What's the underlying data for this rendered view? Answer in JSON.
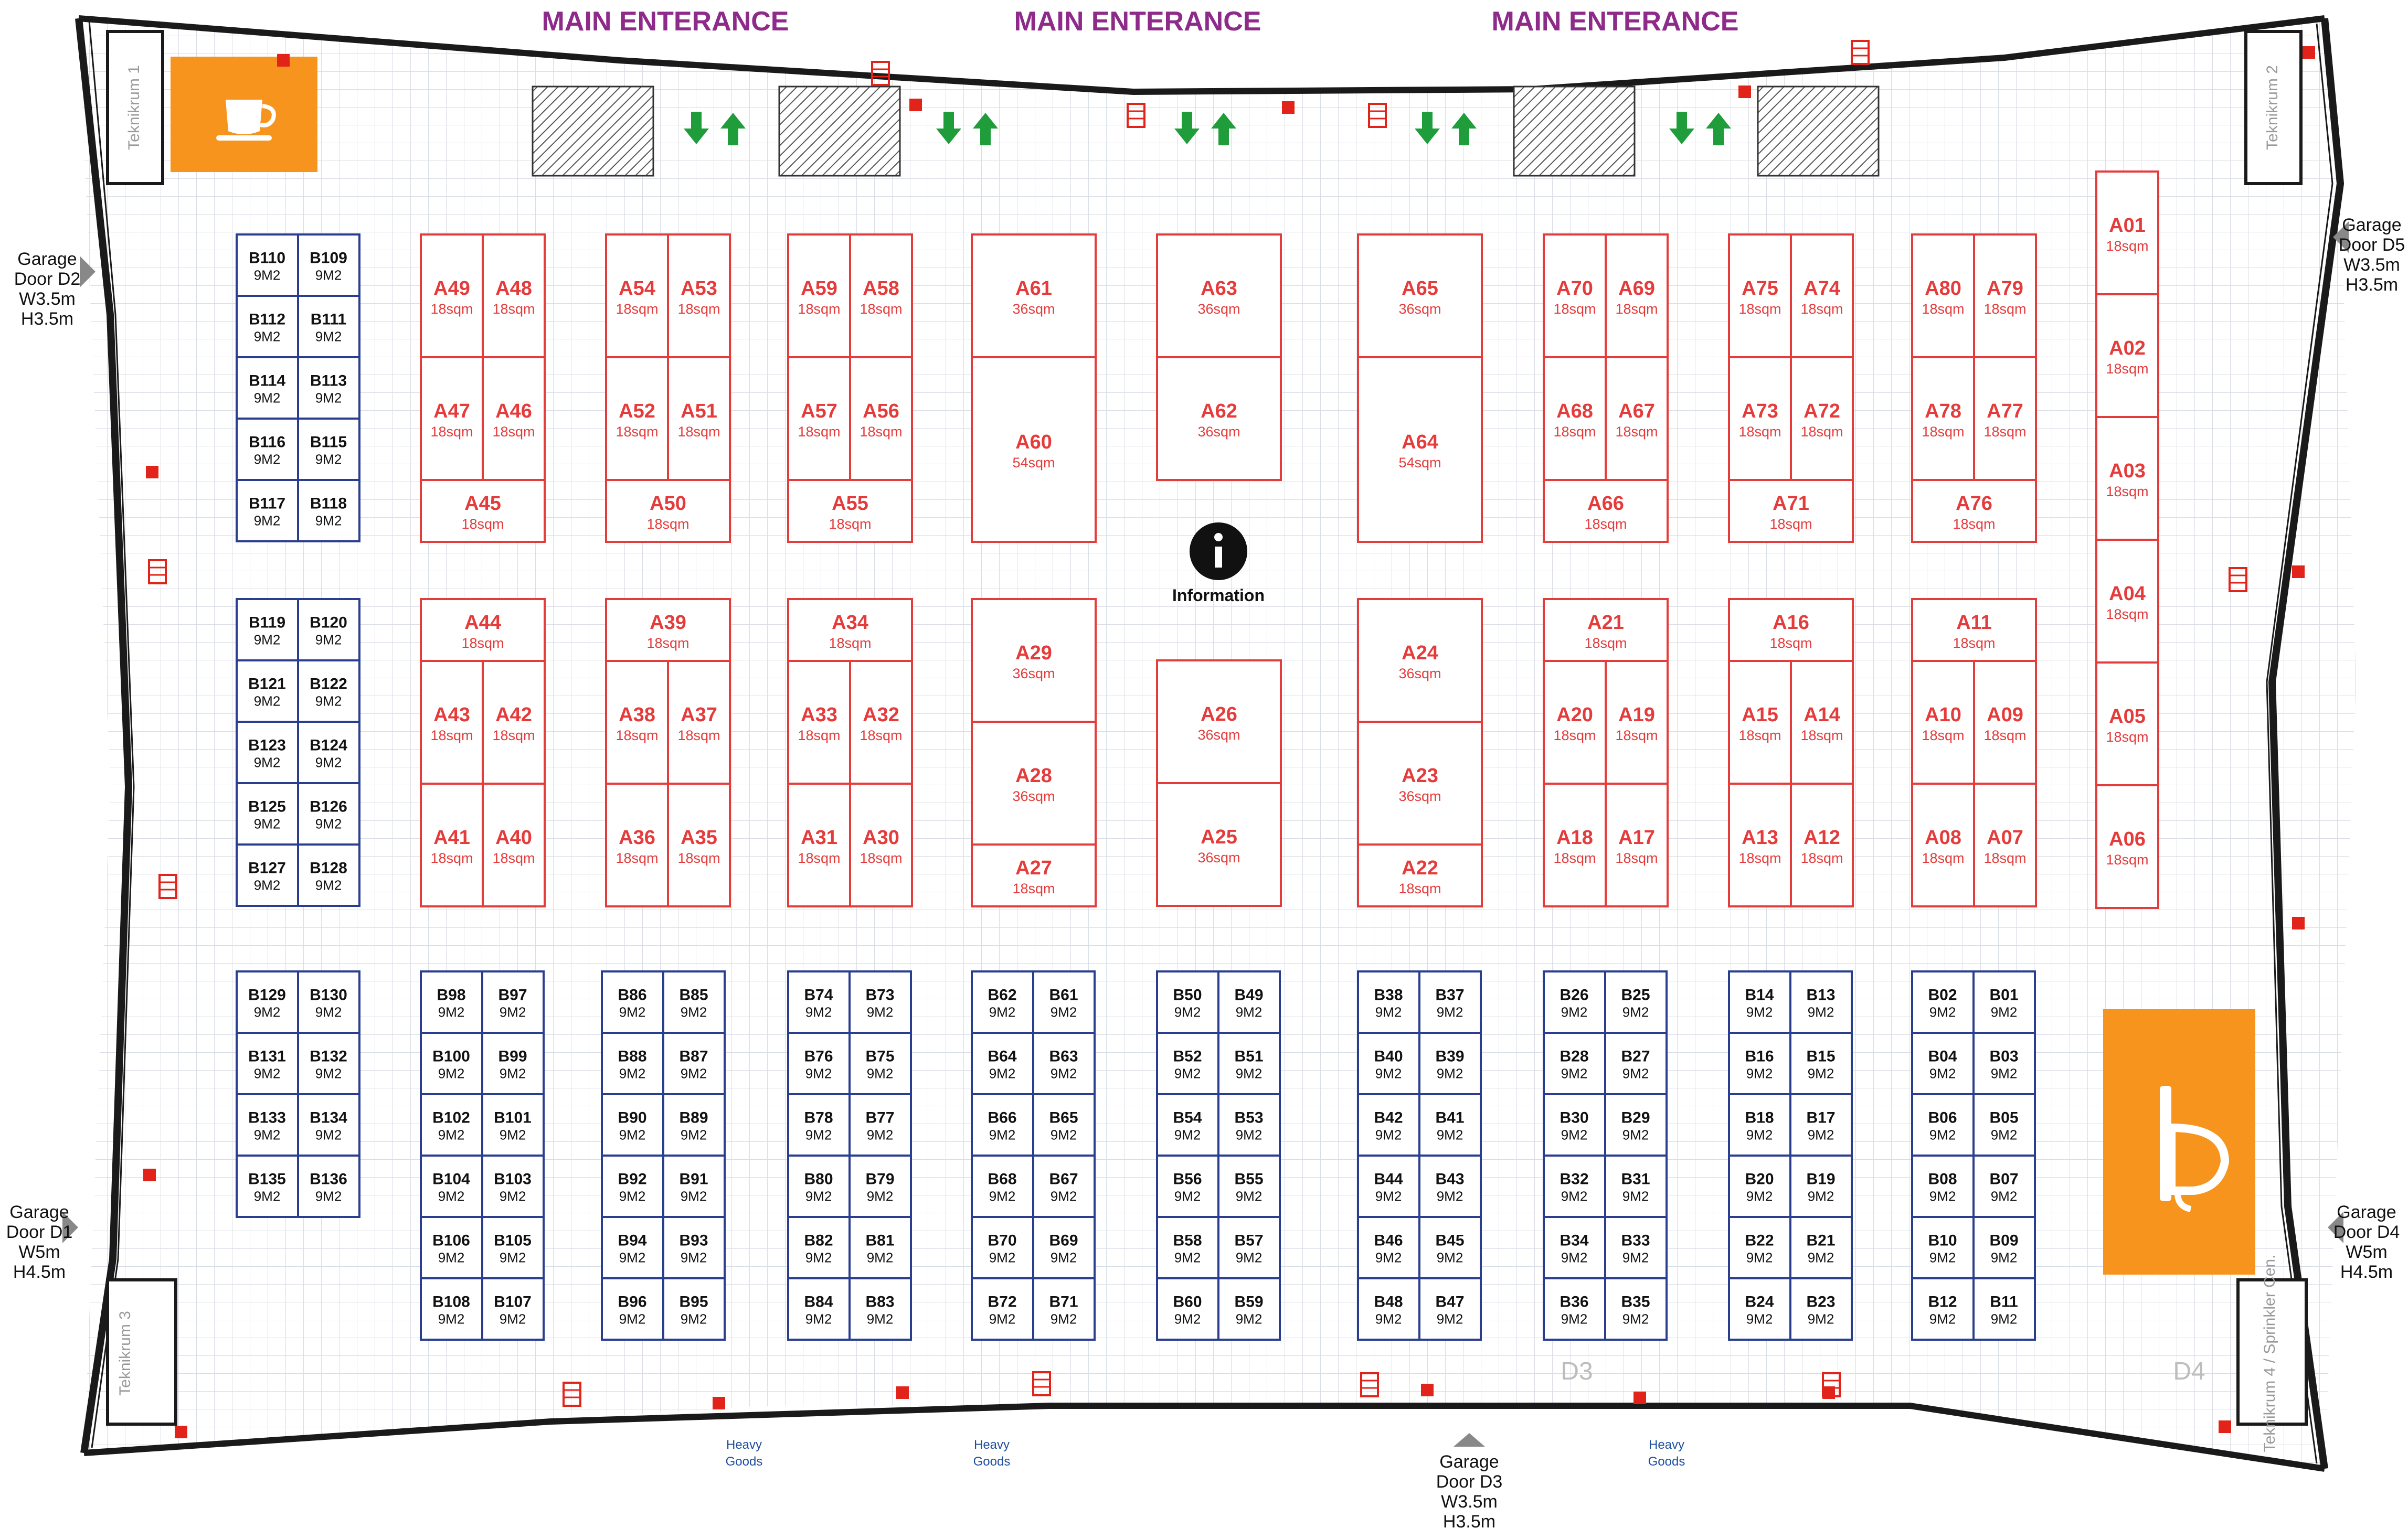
{
  "map": {
    "entrance_label": "MAIN ENTERANCE",
    "info_label": "Information",
    "heavy_goods": [
      "Heavy",
      "Goods"
    ],
    "dock_labels": [
      "D3",
      "D4"
    ],
    "rooms": [
      "Teknikrum 1",
      "Teknikrum 2",
      "Teknikrum 3",
      "Teknikrum 4 / Sprinkler Cen."
    ],
    "garage_doors": [
      {
        "id": "D2",
        "lines": [
          "Garage",
          "Door D2",
          "W3.5m",
          "H3.5m"
        ]
      },
      {
        "id": "D1",
        "lines": [
          "Garage",
          "Door D1",
          "W5m",
          "H4.5m"
        ]
      },
      {
        "id": "D5",
        "lines": [
          "Garage",
          "Door D5",
          "W3.5m",
          "H3.5m"
        ]
      },
      {
        "id": "D4",
        "lines": [
          "Garage",
          "Door D4",
          "W5m",
          "H4.5m"
        ]
      },
      {
        "id": "D3",
        "lines": [
          "Garage",
          "Door D3",
          "W3.5m",
          "H3.5m"
        ]
      }
    ],
    "colors": {
      "booth_a": "#e53b3b",
      "booth_b": "#2a3e8f",
      "amenity": "#f7941d",
      "arrow": "#1f9d3a",
      "entrance": "#8e2a8a",
      "grid": "#d9dde6",
      "wall": "#1a1a1a",
      "marker": "#e2231a"
    },
    "icons": [
      "cafe-icon",
      "restroom-icon",
      "info-icon",
      "arrow-down-icon",
      "arrow-up-icon",
      "garage-door-icon",
      "fire-hose-icon",
      "fire-extinguisher-icon"
    ],
    "a_unit": "18sqm",
    "b_unit": "9M2",
    "a_booths": [
      [
        "A49",
        "18sqm"
      ],
      [
        "A48",
        "18sqm"
      ],
      [
        "A47",
        "18sqm"
      ],
      [
        "A46",
        "18sqm"
      ],
      [
        "A45",
        "18sqm"
      ],
      [
        "A54",
        "18sqm"
      ],
      [
        "A53",
        "18sqm"
      ],
      [
        "A52",
        "18sqm"
      ],
      [
        "A51",
        "18sqm"
      ],
      [
        "A50",
        "18sqm"
      ],
      [
        "A59",
        "18sqm"
      ],
      [
        "A58",
        "18sqm"
      ],
      [
        "A57",
        "18sqm"
      ],
      [
        "A56",
        "18sqm"
      ],
      [
        "A55",
        "18sqm"
      ],
      [
        "A61",
        "36sqm"
      ],
      [
        "A60",
        "54sqm"
      ],
      [
        "A63",
        "36sqm"
      ],
      [
        "A62",
        "36sqm"
      ],
      [
        "A65",
        "36sqm"
      ],
      [
        "A64",
        "54sqm"
      ],
      [
        "A70",
        "18sqm"
      ],
      [
        "A69",
        "18sqm"
      ],
      [
        "A68",
        "18sqm"
      ],
      [
        "A67",
        "18sqm"
      ],
      [
        "A66",
        "18sqm"
      ],
      [
        "A75",
        "18sqm"
      ],
      [
        "A74",
        "18sqm"
      ],
      [
        "A73",
        "18sqm"
      ],
      [
        "A72",
        "18sqm"
      ],
      [
        "A71",
        "18sqm"
      ],
      [
        "A80",
        "18sqm"
      ],
      [
        "A79",
        "18sqm"
      ],
      [
        "A78",
        "18sqm"
      ],
      [
        "A77",
        "18sqm"
      ],
      [
        "A76",
        "18sqm"
      ],
      [
        "A01",
        "18sqm"
      ],
      [
        "A02",
        "18sqm"
      ],
      [
        "A03",
        "18sqm"
      ],
      [
        "A04",
        "18sqm"
      ],
      [
        "A05",
        "18sqm"
      ],
      [
        "A06",
        "18sqm"
      ],
      [
        "A44",
        "18sqm"
      ],
      [
        "A43",
        "18sqm"
      ],
      [
        "A42",
        "18sqm"
      ],
      [
        "A41",
        "18sqm"
      ],
      [
        "A40",
        "18sqm"
      ],
      [
        "A39",
        "18sqm"
      ],
      [
        "A38",
        "18sqm"
      ],
      [
        "A37",
        "18sqm"
      ],
      [
        "A36",
        "18sqm"
      ],
      [
        "A35",
        "18sqm"
      ],
      [
        "A34",
        "18sqm"
      ],
      [
        "A33",
        "18sqm"
      ],
      [
        "A32",
        "18sqm"
      ],
      [
        "A31",
        "18sqm"
      ],
      [
        "A30",
        "18sqm"
      ],
      [
        "A29",
        "36sqm"
      ],
      [
        "A28",
        "36sqm"
      ],
      [
        "A27",
        "18sqm"
      ],
      [
        "A26",
        "36sqm"
      ],
      [
        "A25",
        "36sqm"
      ],
      [
        "A24",
        "36sqm"
      ],
      [
        "A23",
        "36sqm"
      ],
      [
        "A22",
        "18sqm"
      ],
      [
        "A21",
        "18sqm"
      ],
      [
        "A20",
        "18sqm"
      ],
      [
        "A19",
        "18sqm"
      ],
      [
        "A18",
        "18sqm"
      ],
      [
        "A17",
        "18sqm"
      ],
      [
        "A16",
        "18sqm"
      ],
      [
        "A15",
        "18sqm"
      ],
      [
        "A14",
        "18sqm"
      ],
      [
        "A13",
        "18sqm"
      ],
      [
        "A12",
        "18sqm"
      ],
      [
        "A11",
        "18sqm"
      ],
      [
        "A10",
        "18sqm"
      ],
      [
        "A09",
        "18sqm"
      ],
      [
        "A08",
        "18sqm"
      ],
      [
        "A07",
        "18sqm"
      ]
    ],
    "b_booths": [
      "B110",
      "B109",
      "B112",
      "B111",
      "B114",
      "B113",
      "B116",
      "B115",
      "B117",
      "B118",
      "B119",
      "B120",
      "B121",
      "B122",
      "B123",
      "B124",
      "B125",
      "B126",
      "B127",
      "B128",
      "B129",
      "B130",
      "B131",
      "B132",
      "B133",
      "B134",
      "B135",
      "B136",
      "B98",
      "B97",
      "B100",
      "B99",
      "B102",
      "B101",
      "B104",
      "B103",
      "B106",
      "B105",
      "B108",
      "B107",
      "B86",
      "B85",
      "B88",
      "B87",
      "B90",
      "B89",
      "B92",
      "B91",
      "B94",
      "B93",
      "B96",
      "B95",
      "B74",
      "B73",
      "B76",
      "B75",
      "B78",
      "B77",
      "B80",
      "B79",
      "B82",
      "B81",
      "B84",
      "B83",
      "B62",
      "B61",
      "B64",
      "B63",
      "B66",
      "B65",
      "B68",
      "B67",
      "B70",
      "B69",
      "B72",
      "B71",
      "B50",
      "B49",
      "B52",
      "B51",
      "B54",
      "B53",
      "B56",
      "B55",
      "B58",
      "B57",
      "B60",
      "B59",
      "B38",
      "B37",
      "B40",
      "B39",
      "B42",
      "B41",
      "B44",
      "B43",
      "B46",
      "B45",
      "B48",
      "B47",
      "B26",
      "B25",
      "B28",
      "B27",
      "B30",
      "B29",
      "B32",
      "B31",
      "B34",
      "B33",
      "B36",
      "B35",
      "B14",
      "B13",
      "B16",
      "B15",
      "B18",
      "B17",
      "B20",
      "B19",
      "B22",
      "B21",
      "B24",
      "B23",
      "B02",
      "B01",
      "B04",
      "B03",
      "B06",
      "B05",
      "B08",
      "B07",
      "B10",
      "B09",
      "B12",
      "B11"
    ]
  }
}
